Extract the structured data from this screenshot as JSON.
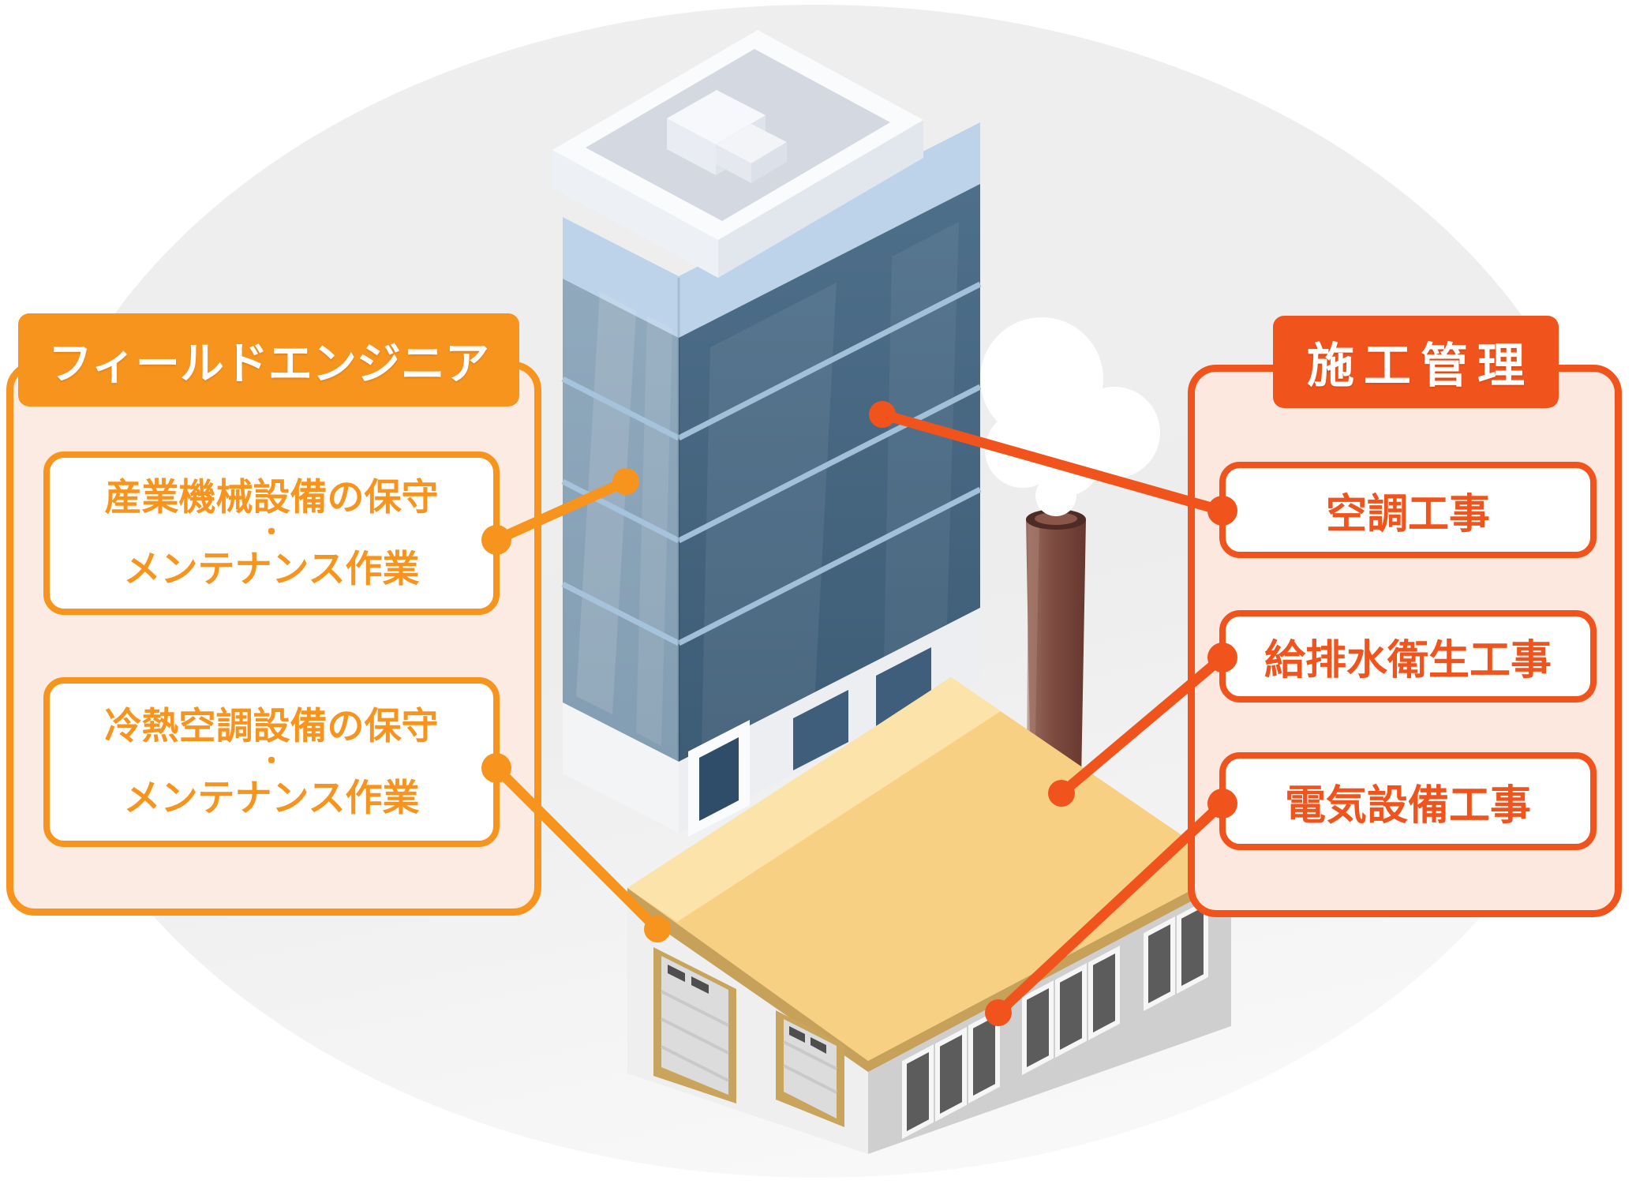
{
  "colors": {
    "primary_orange": "#F7941E",
    "accent_red_orange": "#F0541C",
    "left_panel_bg": "#FCEBE2",
    "right_panel_bg": "#FCE8DE",
    "roof_yellow": "#F8D083",
    "glass_blue_left": "#8CA5B9",
    "glass_blue_right": "#466782"
  },
  "left_panel": {
    "header": "フィールドエンジニア",
    "items": [
      {
        "line1": "産業機械設備の保守",
        "separator": "・",
        "line2": "メンテナンス作業"
      },
      {
        "line1": "冷熱空調設備の保守",
        "separator": "・",
        "line2": "メンテナンス作業"
      }
    ]
  },
  "right_panel": {
    "header": "施工管理",
    "items": [
      {
        "label": "空調工事"
      },
      {
        "label": "給排水衛生工事"
      },
      {
        "label": "電気設備工事"
      }
    ]
  },
  "illustration": {
    "elements": [
      "office-building",
      "factory",
      "chimney",
      "smoke",
      "connector-lines"
    ]
  }
}
